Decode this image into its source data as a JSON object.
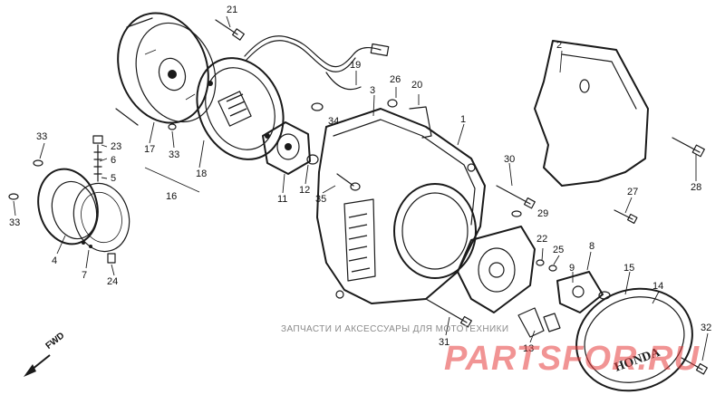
{
  "diagram": {
    "part_labels": [
      {
        "id": "p1",
        "text": "1"
      },
      {
        "id": "p2",
        "text": "2"
      },
      {
        "id": "p3",
        "text": "3"
      },
      {
        "id": "p4",
        "text": "4"
      },
      {
        "id": "p5",
        "text": "5"
      },
      {
        "id": "p6",
        "text": "6"
      },
      {
        "id": "p7",
        "text": "7"
      },
      {
        "id": "p8",
        "text": "8"
      },
      {
        "id": "p9",
        "text": "9"
      },
      {
        "id": "p11",
        "text": "11"
      },
      {
        "id": "p12",
        "text": "12"
      },
      {
        "id": "p13",
        "text": "13"
      },
      {
        "id": "p14",
        "text": "14"
      },
      {
        "id": "p15",
        "text": "15"
      },
      {
        "id": "p16",
        "text": "16"
      },
      {
        "id": "p17",
        "text": "17"
      },
      {
        "id": "p18",
        "text": "18"
      },
      {
        "id": "p19",
        "text": "19"
      },
      {
        "id": "p20",
        "text": "20"
      },
      {
        "id": "p21",
        "text": "21"
      },
      {
        "id": "p22",
        "text": "22"
      },
      {
        "id": "p23",
        "text": "23"
      },
      {
        "id": "p24",
        "text": "24"
      },
      {
        "id": "p25",
        "text": "25"
      },
      {
        "id": "p26",
        "text": "26"
      },
      {
        "id": "p27",
        "text": "27"
      },
      {
        "id": "p28",
        "text": "28"
      },
      {
        "id": "p29",
        "text": "29"
      },
      {
        "id": "p30",
        "text": "30"
      },
      {
        "id": "p31",
        "text": "31"
      },
      {
        "id": "p32",
        "text": "32"
      },
      {
        "id": "p33a",
        "text": "33"
      },
      {
        "id": "p33b",
        "text": "33"
      },
      {
        "id": "p33c",
        "text": "33"
      },
      {
        "id": "p34",
        "text": "34"
      },
      {
        "id": "p35",
        "text": "35"
      }
    ],
    "direction_marker": "FWD",
    "cover_lettering": "HONDA",
    "watermark_caption": "ЗАПЧАСТИ И АКСЕССУАРЫ ДЛЯ МОТОТЕХНИКИ",
    "watermark_logo": "PARTSFOR.RU",
    "colors": {
      "ink": "#1a1a1a",
      "paper": "#ffffff",
      "watermark": "#e63c3c"
    }
  }
}
